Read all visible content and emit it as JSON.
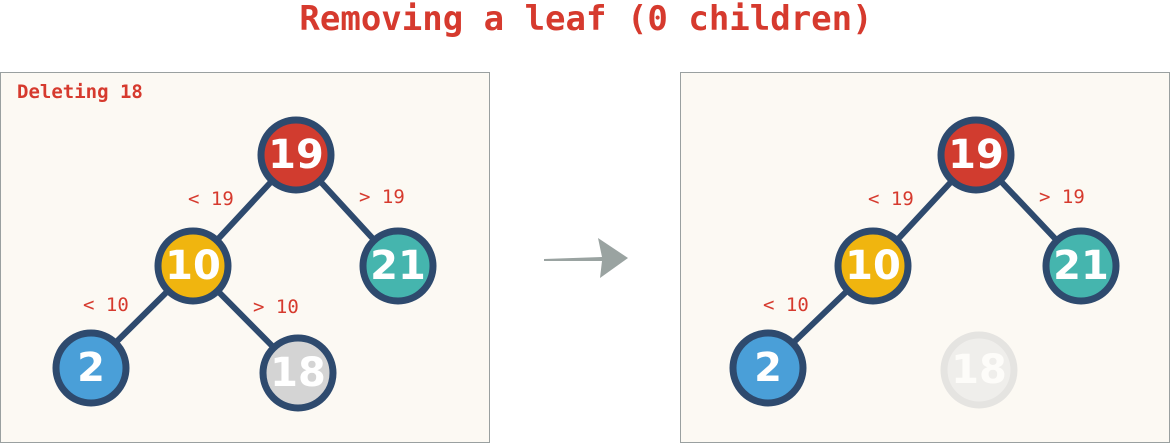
{
  "title": "Removing a leaf (0 children)",
  "left_panel": {
    "label": "Deleting 18",
    "nodes": [
      {
        "id": "19",
        "value": "19",
        "color": "#d13c2f"
      },
      {
        "id": "10",
        "value": "10",
        "color": "#f0b50f"
      },
      {
        "id": "21",
        "value": "21",
        "color": "#45b5ae"
      },
      {
        "id": "2",
        "value": "2",
        "color": "#4a9fd8"
      },
      {
        "id": "18",
        "value": "18",
        "color": "#d4d4d4",
        "state": "being-deleted"
      }
    ],
    "edge_labels": {
      "lt19": "< 19",
      "gt19": "> 19",
      "lt10": "< 10",
      "gt10": "> 10"
    }
  },
  "right_panel": {
    "nodes": [
      {
        "id": "19",
        "value": "19",
        "color": "#d13c2f"
      },
      {
        "id": "10",
        "value": "10",
        "color": "#f0b50f"
      },
      {
        "id": "21",
        "value": "21",
        "color": "#45b5ae"
      },
      {
        "id": "2",
        "value": "2",
        "color": "#4a9fd8"
      },
      {
        "id": "18",
        "value": "18",
        "color": "#e6e6e6",
        "state": "removed-faded"
      }
    ],
    "edge_labels": {
      "lt19": "< 19",
      "gt19": "> 19",
      "lt10": "< 10"
    }
  },
  "colors": {
    "title": "#d63a2e",
    "edge": "#2e4a6e",
    "node_border": "#2e4a6e",
    "arrow": "#9aa3a1",
    "panel_bg": "#fcf9f3"
  }
}
